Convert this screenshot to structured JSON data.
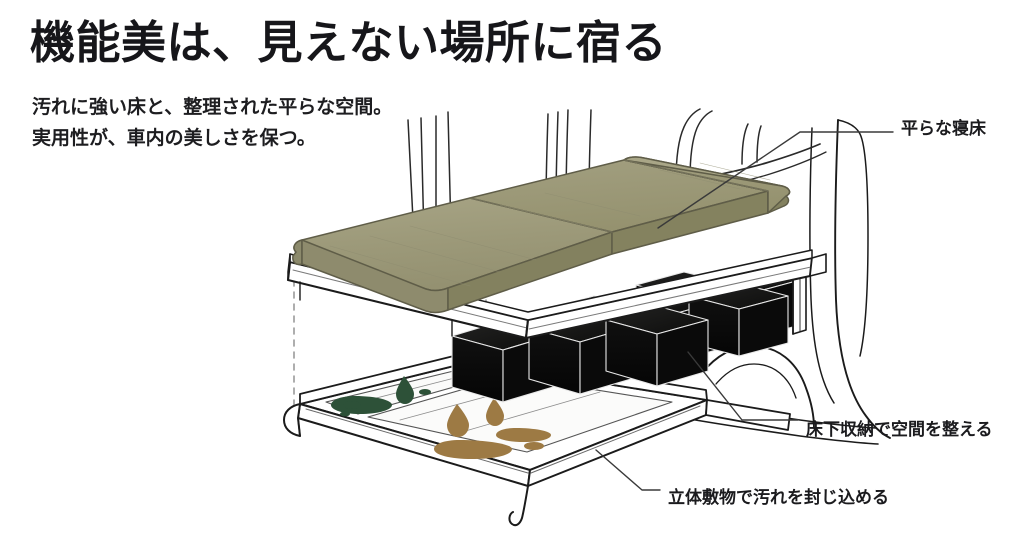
{
  "page": {
    "background_color": "#ffffff",
    "headline": "機能美は、見えない場所に宿る",
    "subcopy": "汚れに強い床と、整理された平らな空間。\n実用性が、車内の美しさを保つ。"
  },
  "callouts": [
    {
      "id": "flat-bed",
      "label": "平らな寝床"
    },
    {
      "id": "underfloor",
      "label": "床下収納で空間を整える"
    },
    {
      "id": "three-d-mat",
      "label": "立体敷物で汚れを封じ込める"
    }
  ],
  "illustration": {
    "title": "camper-van-interior-cutaway",
    "description": "軽バン車内の寝床・床下収納・立体敷物を示す線画の分解図",
    "colors": {
      "line": "#1b1b1b",
      "panel_fill": "#ffffff",
      "mattress_top": "#9c9979",
      "mattress_top_light": "#a8a585",
      "mattress_side": "#8e8b6d",
      "mattress_edge": "#7c7a5f",
      "storage_box": "#121210",
      "storage_box_top": "#19191a",
      "stain_green": "#2d5138",
      "stain_brown": "#9d7a44",
      "guide_dash": "#9a9a9a",
      "leader_line": "#3a3a3a"
    },
    "parts": [
      {
        "name": "mattress-panel-left",
        "kind": "cushion"
      },
      {
        "name": "mattress-panel-center",
        "kind": "cushion"
      },
      {
        "name": "mattress-panel-right",
        "kind": "cushion"
      },
      {
        "name": "bed-platform-frame",
        "kind": "frame"
      },
      {
        "name": "storage-box-grid",
        "kind": "boxes",
        "count": 7
      },
      {
        "name": "floor-mat-tray",
        "kind": "tray"
      },
      {
        "name": "vehicle-body-shell",
        "kind": "outline"
      },
      {
        "name": "pillar-lines",
        "kind": "outline"
      },
      {
        "name": "alignment-guide",
        "kind": "dashed-line"
      }
    ],
    "stains": [
      {
        "name": "green-drop",
        "color": "#2d5138"
      },
      {
        "name": "green-puddle",
        "color": "#2d5138"
      },
      {
        "name": "brown-drop-a",
        "color": "#9d7a44"
      },
      {
        "name": "brown-drop-b",
        "color": "#9d7a44"
      },
      {
        "name": "brown-puddle",
        "color": "#9d7a44"
      }
    ]
  }
}
